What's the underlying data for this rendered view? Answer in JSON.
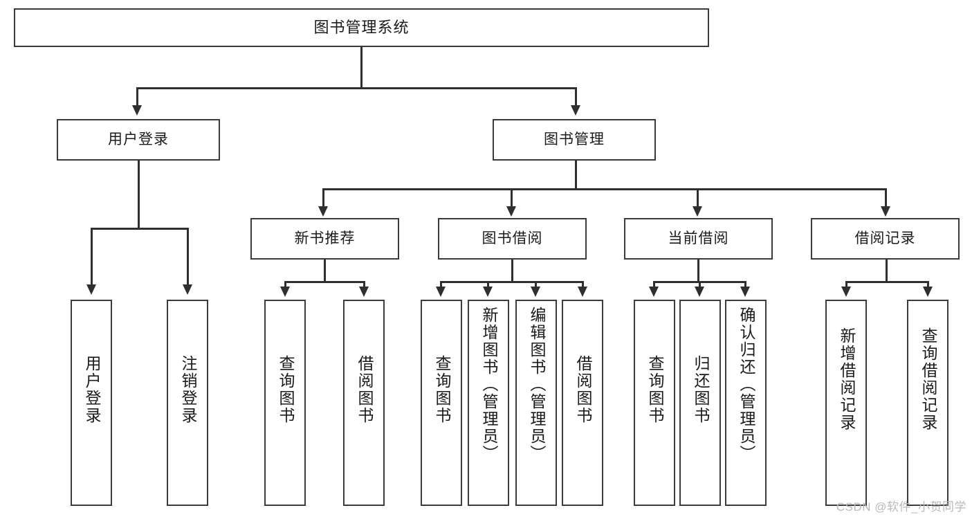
{
  "diagram": {
    "title": "图书管理系统",
    "type": "tree",
    "watermark": "CSDN @软件_小贺同学",
    "colors": {
      "box_border": "#3a3a3a",
      "connector": "#2f2f2f",
      "background": "#ffffff",
      "text": "#1a1a1a",
      "watermark": "#b9b9b9"
    },
    "levels": {
      "root": [
        "图书管理系统"
      ],
      "level1": [
        "用户登录",
        "图书管理"
      ],
      "level2": [
        "新书推荐",
        "图书借阅",
        "当前借阅",
        "借阅记录"
      ],
      "leaves": [
        "用户登录",
        "注销登录",
        "查询图书",
        "借阅图书",
        "查询图书",
        "新增图书（管理员）",
        "编辑图书（管理员）",
        "借阅图书",
        "查询图书",
        "归还图书",
        "确认归还（管理员）",
        "新增借阅记录",
        "查询借阅记录"
      ]
    },
    "nodes": {
      "root": {
        "label": "图书管理系统"
      },
      "user_login": {
        "label": "用户登录"
      },
      "book_manage": {
        "label": "图书管理"
      },
      "new_book_rec": {
        "label": "新书推荐"
      },
      "book_borrow": {
        "label": "图书借阅"
      },
      "current_borrow": {
        "label": "当前借阅"
      },
      "borrow_record": {
        "label": "借阅记录"
      },
      "leaf_user_login": {
        "label": "用户登录"
      },
      "leaf_logout": {
        "label": "注销登录"
      },
      "leaf_query_book_1": {
        "label": "查询图书"
      },
      "leaf_borrow_book_1": {
        "label": "借阅图书"
      },
      "leaf_query_book_2": {
        "label": "查询图书"
      },
      "leaf_add_book": {
        "label": "新增图书（管理员）"
      },
      "leaf_edit_book": {
        "label": "编辑图书（管理员）"
      },
      "leaf_borrow_book_2": {
        "label": "借阅图书"
      },
      "leaf_query_book_3": {
        "label": "查询图书"
      },
      "leaf_return_book": {
        "label": "归还图书"
      },
      "leaf_confirm_return": {
        "label": "确认归还（管理员）"
      },
      "leaf_add_record": {
        "label": "新增借阅记录"
      },
      "leaf_query_record": {
        "label": "查询借阅记录"
      }
    },
    "edges": [
      {
        "from": "root",
        "to": "user_login"
      },
      {
        "from": "root",
        "to": "book_manage"
      },
      {
        "from": "user_login",
        "to": "leaf_user_login"
      },
      {
        "from": "user_login",
        "to": "leaf_logout"
      },
      {
        "from": "book_manage",
        "to": "new_book_rec"
      },
      {
        "from": "book_manage",
        "to": "book_borrow"
      },
      {
        "from": "book_manage",
        "to": "current_borrow"
      },
      {
        "from": "book_manage",
        "to": "borrow_record"
      },
      {
        "from": "new_book_rec",
        "to": "leaf_query_book_1"
      },
      {
        "from": "new_book_rec",
        "to": "leaf_borrow_book_1"
      },
      {
        "from": "book_borrow",
        "to": "leaf_query_book_2"
      },
      {
        "from": "book_borrow",
        "to": "leaf_add_book"
      },
      {
        "from": "book_borrow",
        "to": "leaf_edit_book"
      },
      {
        "from": "book_borrow",
        "to": "leaf_borrow_book_2"
      },
      {
        "from": "current_borrow",
        "to": "leaf_query_book_3"
      },
      {
        "from": "current_borrow",
        "to": "leaf_return_book"
      },
      {
        "from": "current_borrow",
        "to": "leaf_confirm_return"
      },
      {
        "from": "borrow_record",
        "to": "leaf_add_record"
      },
      {
        "from": "borrow_record",
        "to": "leaf_query_record"
      }
    ]
  }
}
